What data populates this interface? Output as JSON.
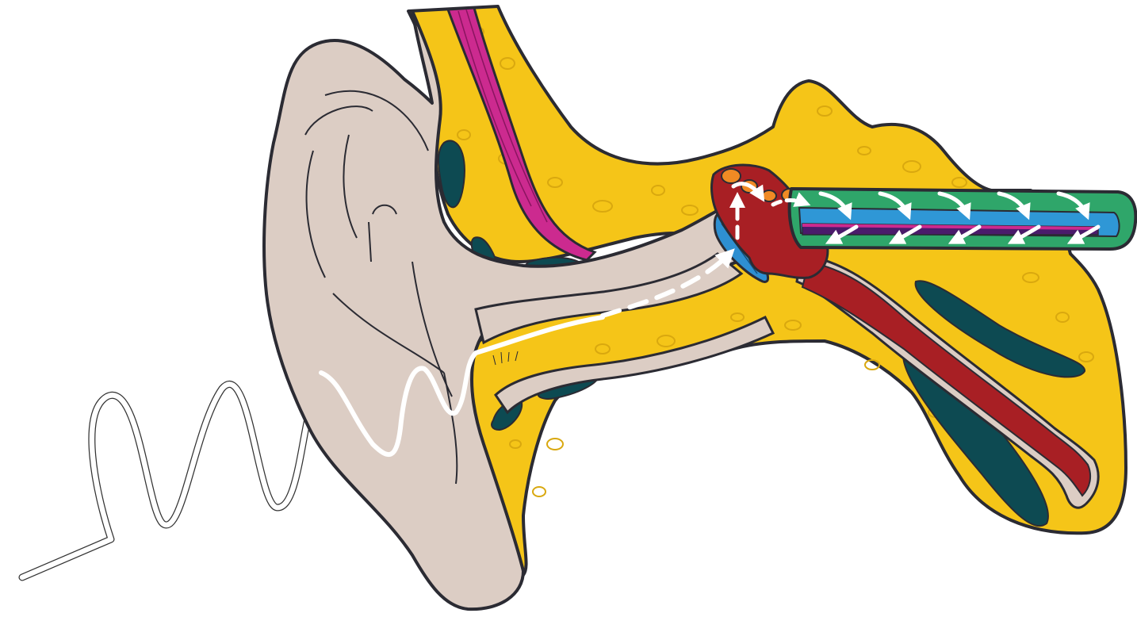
{
  "diagram": {
    "subject": "cross-section-of-human-ear-sound-pathway",
    "labels": [],
    "colors": {
      "background": "#ffffff",
      "outline": "#2b2b33",
      "pinna_skin": "#dccdc4",
      "bone_tissue": "#f5c518",
      "bone_texture": "#d9a80f",
      "cavity_teal": "#0d4a52",
      "muscle_magenta": "#cc2a8f",
      "ossicle_red": "#a81f24",
      "eardrum_blue": "#2e8fd1",
      "ossicle_orange": "#f08a24",
      "cochlea_green": "#2fa66a",
      "cochlea_blue": "#2f97d6",
      "cochlea_purple": "#4a1b6b",
      "sound_path_white": "#ffffff"
    },
    "elements": [
      "incoming-sound-wave",
      "outer-ear-pinna",
      "ear-canal",
      "temporal-bone",
      "temporalis-muscle",
      "air-cavities",
      "eardrum",
      "ossicles",
      "eustachian-tube",
      "cochlea-uncoiled",
      "sound-direction-arrows"
    ]
  }
}
